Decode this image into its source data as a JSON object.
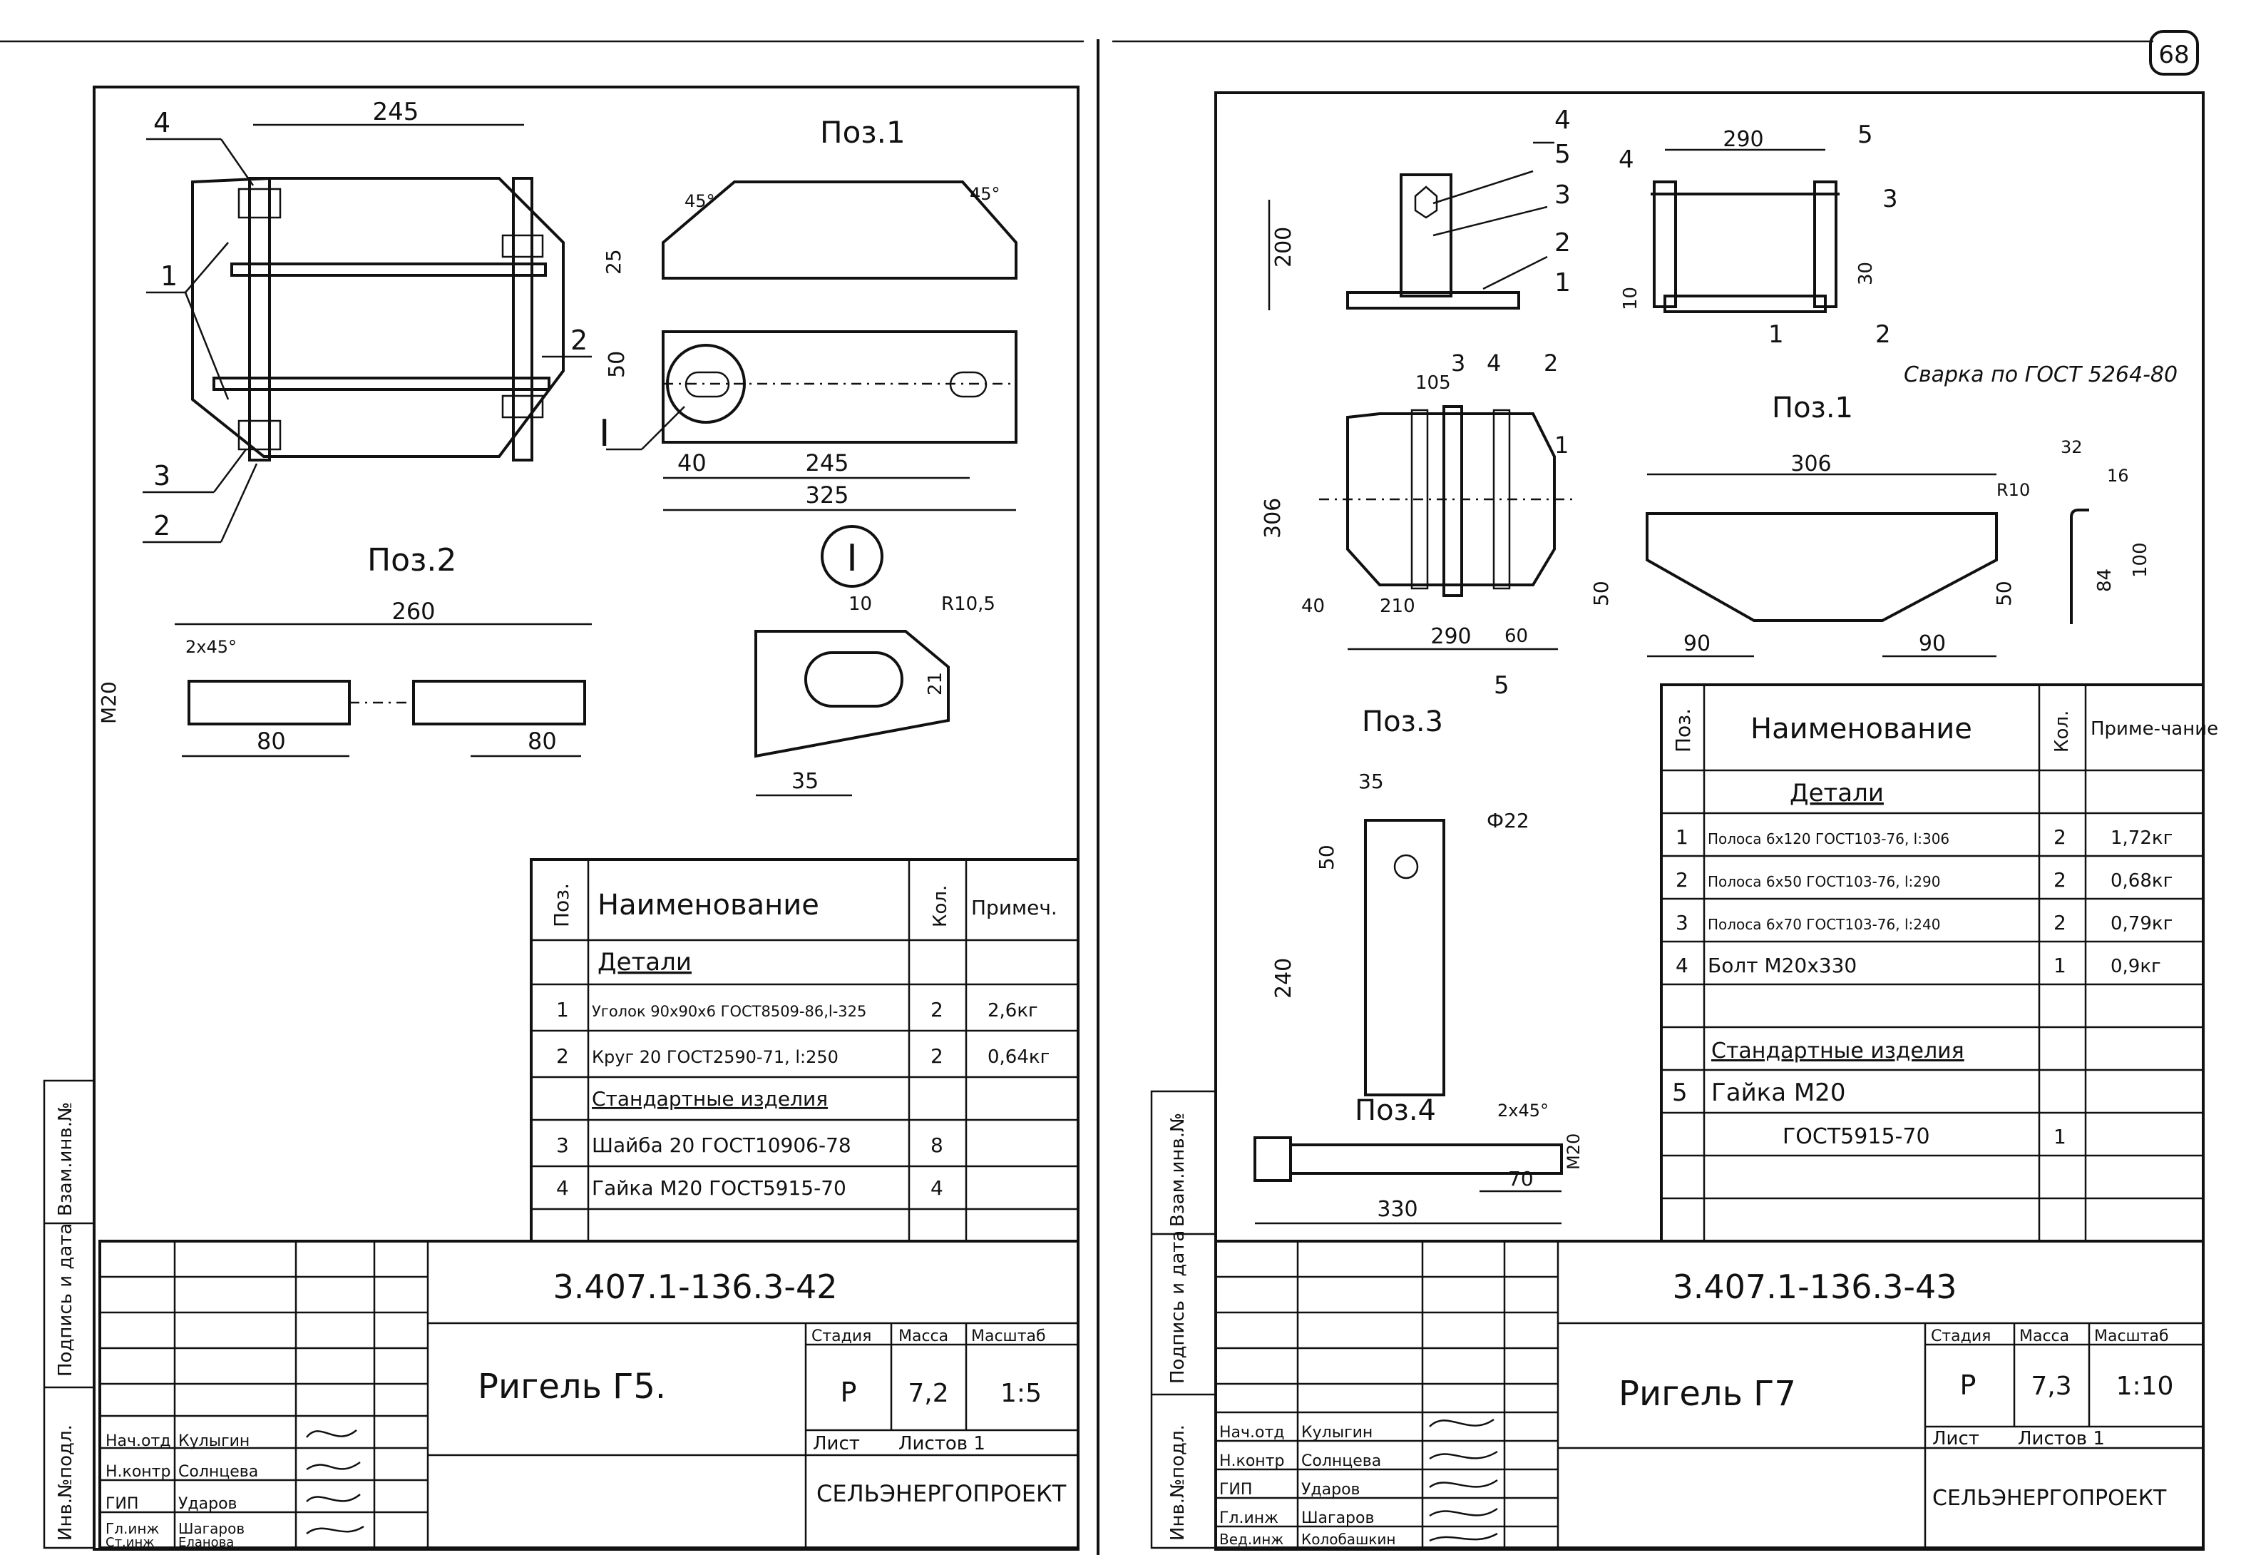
{
  "sheet_number": "68",
  "left": {
    "labels": {
      "pos1": "Поз.1",
      "pos2": "Поз.2",
      "detail": "I",
      "weld_i": "I"
    },
    "callouts": {
      "c4": "4",
      "c1": "1",
      "c2": "2",
      "c3": "3",
      "c2b": "2"
    },
    "dims": {
      "d245top": "245",
      "a45a": "45°",
      "a45b": "45°",
      "d25": "25",
      "d50": "50",
      "d40": "40",
      "d245": "245",
      "d325": "325",
      "d260": "260",
      "chamfer": "2x45°",
      "m20": "M20",
      "d80a": "80",
      "d80b": "80",
      "d10": "10",
      "r105": "R10,5",
      "d21": "21",
      "d35": "35"
    },
    "spec": {
      "headers": {
        "pos": "Поз.",
        "name": "Наименование",
        "qty": "Кол.",
        "note": "Примеч."
      },
      "section1": "Детали",
      "rows1": [
        {
          "pos": "1",
          "name": "Уголок 90x90x6 ГОСТ8509-86,l-325",
          "qty": "2",
          "note": "2,6кг"
        },
        {
          "pos": "2",
          "name": "Круг 20 ГОСТ2590-71, l:250",
          "qty": "2",
          "note": "0,64кг"
        }
      ],
      "section2": "Стандартные изделия",
      "rows2": [
        {
          "pos": "3",
          "name": "Шайба 20 ГОСТ10906-78",
          "qty": "8",
          "note": ""
        },
        {
          "pos": "4",
          "name": "Гайка М20 ГОСТ5915-70",
          "qty": "4",
          "note": ""
        }
      ]
    },
    "title_block": {
      "code": "3.407.1-136.3-42",
      "title": "Ригель Г5.",
      "stage_h": "Стадия",
      "mass_h": "Масса",
      "scale_h": "Масштаб",
      "stage": "Р",
      "mass": "7,2",
      "scale": "1:5",
      "sheet_h": "Лист",
      "sheets_h": "Листов 1",
      "org": "СЕЛЬЭНЕРГОПРОЕКТ",
      "staff": [
        {
          "role": "Нач.отд",
          "name": "Кулыгин"
        },
        {
          "role": "Н.контр",
          "name": "Солнцева"
        },
        {
          "role": "ГИП",
          "name": "Удаpов"
        },
        {
          "role": "Гл.инж",
          "name": "Шагаров"
        },
        {
          "role": "Ст.инж",
          "name": "Еланова"
        }
      ]
    },
    "side_stamp": [
      "Инв.№подл.",
      "Подпись и дата",
      "Взам.инв.№"
    ]
  },
  "right": {
    "labels": {
      "pos1": "Поз.1",
      "pos3": "Поз.3",
      "pos4": "Поз.4",
      "weld": "Сварка по ГОСТ 5264-80"
    },
    "callouts": {
      "r4": "4",
      "r5": "5",
      "r3": "3",
      "r2": "2",
      "r1": "1",
      "s4": "4",
      "s5": "5",
      "s3": "3",
      "s2": "2",
      "s1": "1",
      "v3": "3",
      "v4": "4",
      "v2": "2",
      "v1": "1",
      "v5": "5"
    },
    "dims": {
      "d200": "200",
      "d290top": "290",
      "d10": "10",
      "d30": "30",
      "d105": "105",
      "d306": "306",
      "d40": "40",
      "d210": "210",
      "d290": "290",
      "d60": "60",
      "p306": "306",
      "p50a": "50",
      "p50b": "50",
      "p90a": "90",
      "p90b": "90",
      "r10": "R10",
      "d32": "32",
      "d16": "16",
      "d84": "84",
      "d100": "100",
      "d35": "35",
      "d50": "50",
      "phi22": "Ф22",
      "d240": "240",
      "chamfer": "2x45°",
      "m20": "M20",
      "d70": "70",
      "d330": "330"
    },
    "spec": {
      "headers": {
        "pos": "Поз.",
        "name": "Наименование",
        "qty": "Кол.",
        "note": "Приме-чание"
      },
      "section1": "Детали",
      "rows1": [
        {
          "pos": "1",
          "name": "Полоса 6х120 ГОСТ103-76, l:306",
          "qty": "2",
          "note": "1,72кг"
        },
        {
          "pos": "2",
          "name": "Полоса 6х50 ГОСТ103-76, l:290",
          "qty": "2",
          "note": "0,68кг"
        },
        {
          "pos": "3",
          "name": "Полоса 6х70 ГОСТ103-76, l:240",
          "qty": "2",
          "note": "0,79кг"
        },
        {
          "pos": "4",
          "name": "Болт М20х330",
          "qty": "1",
          "note": "0,9кг"
        }
      ],
      "section2": "Стандартные изделия",
      "rows2": [
        {
          "pos": "5",
          "name": "Гайка М20",
          "qty": "",
          "note": ""
        },
        {
          "pos": "",
          "name": "ГОСТ5915-70",
          "qty": "1",
          "note": ""
        }
      ]
    },
    "title_block": {
      "code": "3.407.1-136.3-43",
      "title": "Ригель Г7",
      "stage_h": "Стадия",
      "mass_h": "Масса",
      "scale_h": "Масштаб",
      "stage": "Р",
      "mass": "7,3",
      "scale": "1:10",
      "sheet_h": "Лист",
      "sheets_h": "Листов 1",
      "org": "СЕЛЬЭНЕРГОПРОЕКТ",
      "staff": [
        {
          "role": "Нач.отд",
          "name": "Кулыгин"
        },
        {
          "role": "Н.контр",
          "name": "Солнцева"
        },
        {
          "role": "ГИП",
          "name": "Удаpов"
        },
        {
          "role": "Гл.инж",
          "name": "Шагаров"
        },
        {
          "role": "Вед.инж",
          "name": "Колобашкин"
        }
      ]
    },
    "side_stamp": [
      "Инв.№подл.",
      "Подпись и дата",
      "Взам.инв.№"
    ]
  }
}
